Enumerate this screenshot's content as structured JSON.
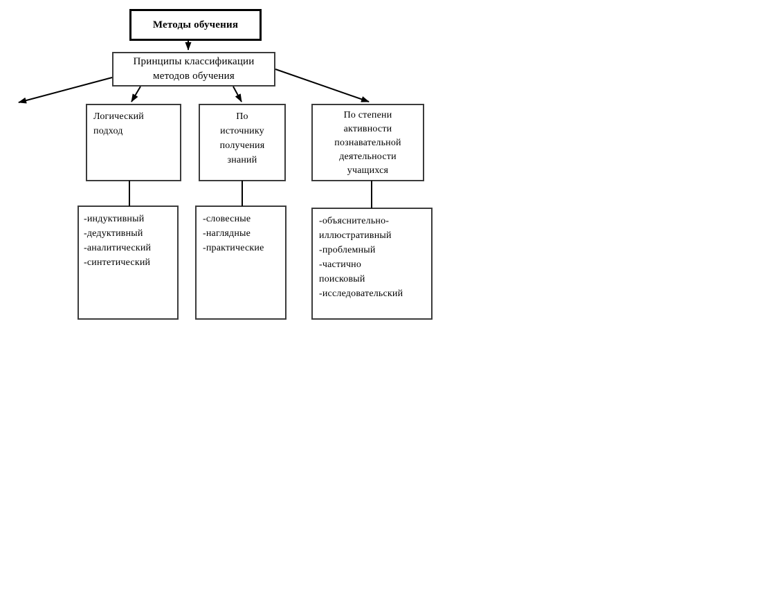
{
  "nodes": {
    "root": {
      "lines": [
        "Методы обучения"
      ]
    },
    "principles": {
      "lines": [
        "Принципы классификации",
        "методов обучения"
      ]
    },
    "logical_head": {
      "lines": [
        "Логический",
        "подход"
      ]
    },
    "source_head": {
      "lines": [
        "По",
        "источнику",
        "получения",
        "знаний"
      ]
    },
    "activity_head": {
      "lines": [
        "По степени",
        "активности",
        "познавательной",
        "деятельности",
        "учащихся"
      ]
    },
    "logical_items": {
      "lines": [
        "-индуктивный",
        "-дедуктивный",
        "-аналитический",
        "-синтетический"
      ]
    },
    "source_items": {
      "lines": [
        "-словесные",
        "-наглядные",
        "-практические"
      ]
    },
    "activity_items": {
      "lines": [
        "-объяснительно-",
        "иллюстративный",
        "-проблемный",
        "-частично",
        "поисковый",
        "-исследовательский"
      ]
    }
  },
  "edges": [
    {
      "from": "root",
      "to": "principles",
      "style": "arrow"
    },
    {
      "from": "principles",
      "to": "offscreen-left",
      "style": "arrow"
    },
    {
      "from": "principles",
      "to": "logical_head",
      "style": "arrow"
    },
    {
      "from": "principles",
      "to": "source_head",
      "style": "arrow"
    },
    {
      "from": "principles",
      "to": "activity_head",
      "style": "arrow"
    },
    {
      "from": "logical_head",
      "to": "logical_items",
      "style": "line"
    },
    {
      "from": "source_head",
      "to": "source_items",
      "style": "line"
    },
    {
      "from": "activity_head",
      "to": "activity_items",
      "style": "line"
    }
  ],
  "colors": {
    "background": "#ffffff",
    "text": "#000000",
    "box_border": "#3b3b3b",
    "root_box_border": "#000000",
    "connector": "#000000"
  }
}
